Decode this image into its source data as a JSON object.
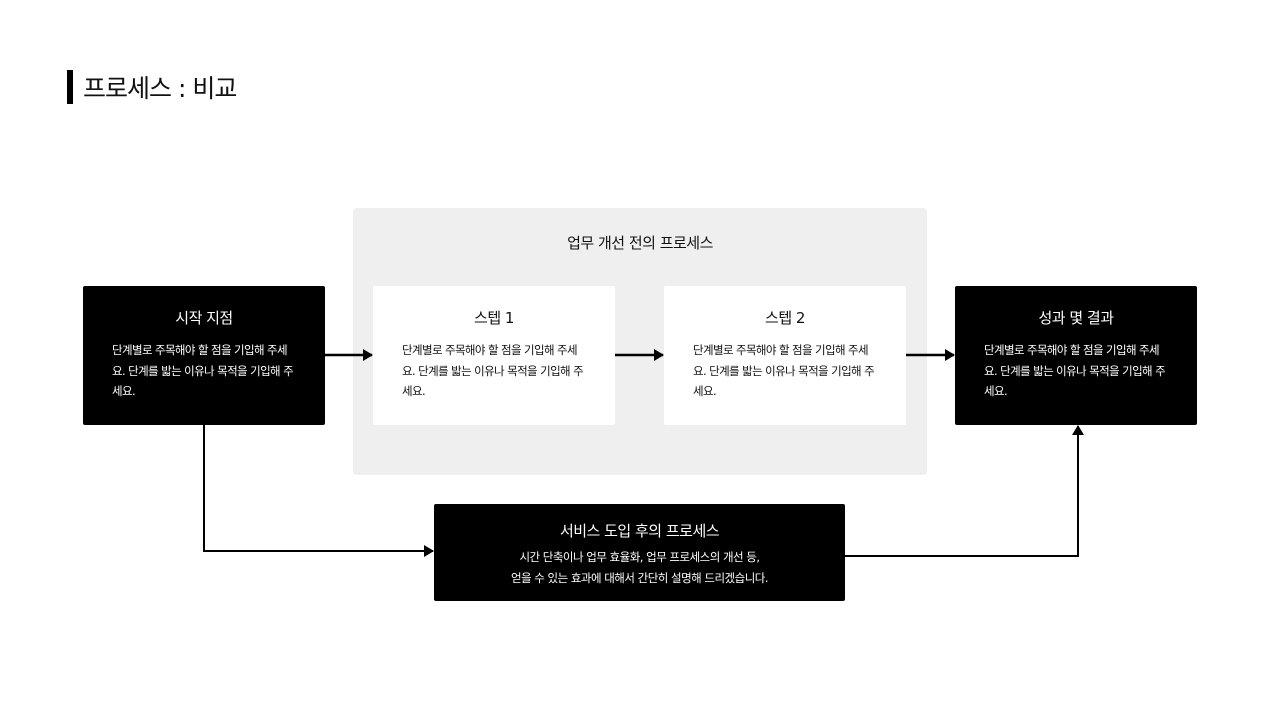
{
  "header": {
    "title": "프로세스 : 비교"
  },
  "group": {
    "label": "업무 개선 전의 프로세스"
  },
  "nodes": {
    "start": {
      "title": "시작 지점",
      "desc": "단계별로 주목해야 할 점을 기입해 주세요. 단계를 밟는 이유나 목적을 기입해 주세요."
    },
    "step1": {
      "title": "스텝 1",
      "desc": "단계별로 주목해야 할 점을 기입해 주세요. 단계를 밟는 이유나 목적을 기입해 주세요."
    },
    "step2": {
      "title": "스텝 2",
      "desc": "단계별로 주목해야 할 점을 기입해 주세요. 단계를 밟는 이유나 목적을 기입해 주세요."
    },
    "result": {
      "title": "성과 몇 결과",
      "desc": "단계별로 주목해야 할 점을 기입해 주세요. 단계를 밟는 이유나 목적을 기입해 주세요."
    },
    "after": {
      "title": "서비스 도입 후의 프로세스",
      "desc_line1": "시간 단축이나 업무 효율화, 업무 프로세스의 개선 등,",
      "desc_line2": "얻을 수 있는 효과에 대해서 간단히 설명해 드리겠습니다."
    }
  },
  "colors": {
    "dark_box": "#000000",
    "light_box": "#ffffff",
    "group_bg": "#efefef",
    "connector": "#000000"
  }
}
